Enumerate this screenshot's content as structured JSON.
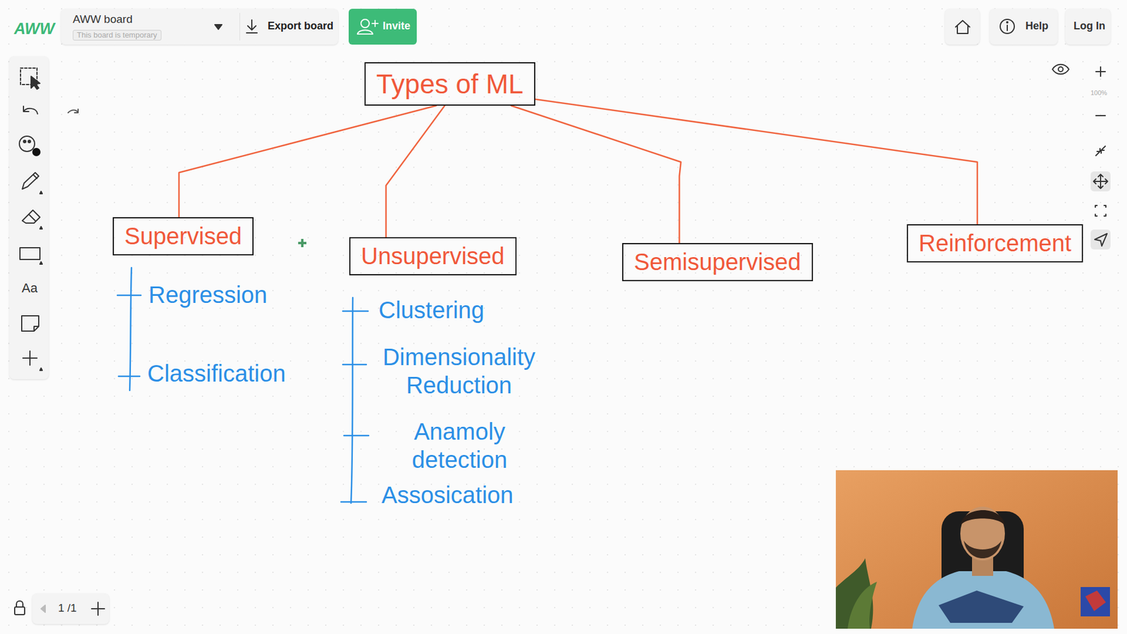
{
  "diagram": {
    "nodes": [
      {
        "text": [
          "Types of ML"
        ]
      },
      {
        "text": [
          "Supervised"
        ]
      },
      {
        "text": [
          "Unsupervised"
        ]
      },
      {
        "text": [
          "Semisupervised"
        ]
      },
      {
        "text": [
          "Reinforcement"
        ]
      }
    ],
    "edges": [
      {
        "from": 0,
        "to": 1,
        "arrow": "none"
      },
      {
        "from": 0,
        "to": 2,
        "arrow": "none"
      },
      {
        "from": 0,
        "to": 3,
        "arrow": "none"
      },
      {
        "from": 0,
        "to": 4,
        "arrow": "none"
      }
    ],
    "labels": [
      "AWW",
      "AWW board",
      "This board is temporary",
      "Export board",
      "Invite",
      "Help",
      "Log In",
      "100%",
      "Aa",
      "1 /1",
      "Regression",
      "Classification",
      "Clustering",
      "Dimensionality Reduction",
      "Anamoly detection",
      "Assosication"
    ]
  }
}
